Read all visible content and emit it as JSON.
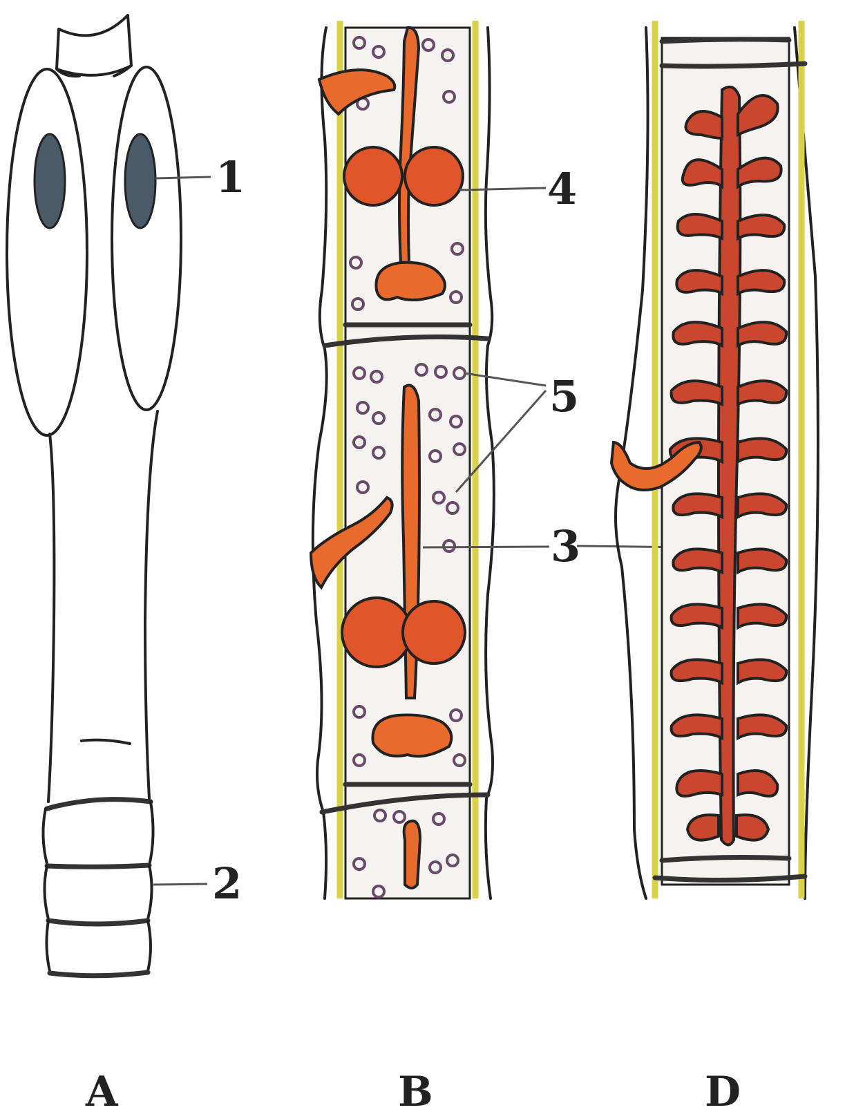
{
  "labels": {
    "n1": "1",
    "n2": "2",
    "n3": "3",
    "n4": "4",
    "n5": "5"
  },
  "panels": {
    "a": "A",
    "b": "B",
    "d": "D"
  },
  "colors": {
    "outline": "#222222",
    "organ": "#e0552a",
    "wall": "#d9d24a",
    "background": "#ffffff"
  }
}
